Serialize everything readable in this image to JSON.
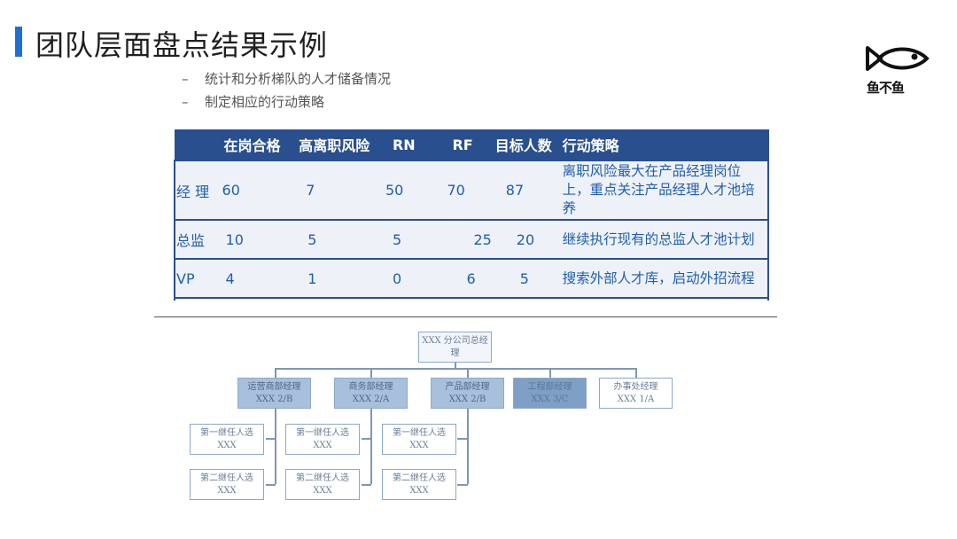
{
  "slide": {
    "title": "团队层面盘点结果示例",
    "bullets": [
      "统计和分析梯队的人才储备情况",
      "制定相应的行动策略"
    ],
    "bullet_marker": "–",
    "logo_text": "鱼不鱼",
    "accent_color": "#1f6fd1",
    "table_header_color": "#2a4f8f"
  },
  "table": {
    "headers": [
      "",
      "在岗合格",
      "高离职风险",
      "RN",
      "RF",
      "目标人数",
      "行动策略"
    ],
    "rows": [
      {
        "label": "经 理",
        "cells": [
          "60",
          "7",
          "50",
          "70",
          "87"
        ],
        "strategy": "离职风险最大在产品经理岗位上，重点关注产品经理人才池培养"
      },
      {
        "label": "总监",
        "cells": [
          "10",
          "5",
          "5",
          "25",
          "20"
        ],
        "strategy": "继续执行现有的总监人才池计划"
      },
      {
        "label": "VP",
        "cells": [
          "4",
          "1",
          "0",
          "6",
          "5"
        ],
        "strategy": "搜索外部人才库，启动外招流程"
      }
    ]
  },
  "org_chart": {
    "root": {
      "line1": "XXX 分公司总经",
      "line2": "理"
    },
    "departments": [
      {
        "name": "运营商部经理",
        "code": "XXX 2/B"
      },
      {
        "name": "商务部经理",
        "code": "XXX 2/A"
      },
      {
        "name": "产品部经理",
        "code": "XXX 2/B"
      },
      {
        "name": "工程部经理",
        "code": "XXX 3/C"
      },
      {
        "name": "办事处经理",
        "code": "XXX 1/A"
      }
    ],
    "successors": [
      {
        "first": "第一继任人选",
        "first_name": "XXX",
        "second": "第二继任人选",
        "second_name": "XXX"
      },
      {
        "first": "第一继任人选",
        "first_name": "XXX",
        "second": "第二继任人选",
        "second_name": "XXX"
      },
      {
        "first": "第一继任人选",
        "first_name": "XXX",
        "second": "第二继任人选",
        "second_name": "XXX"
      }
    ]
  }
}
